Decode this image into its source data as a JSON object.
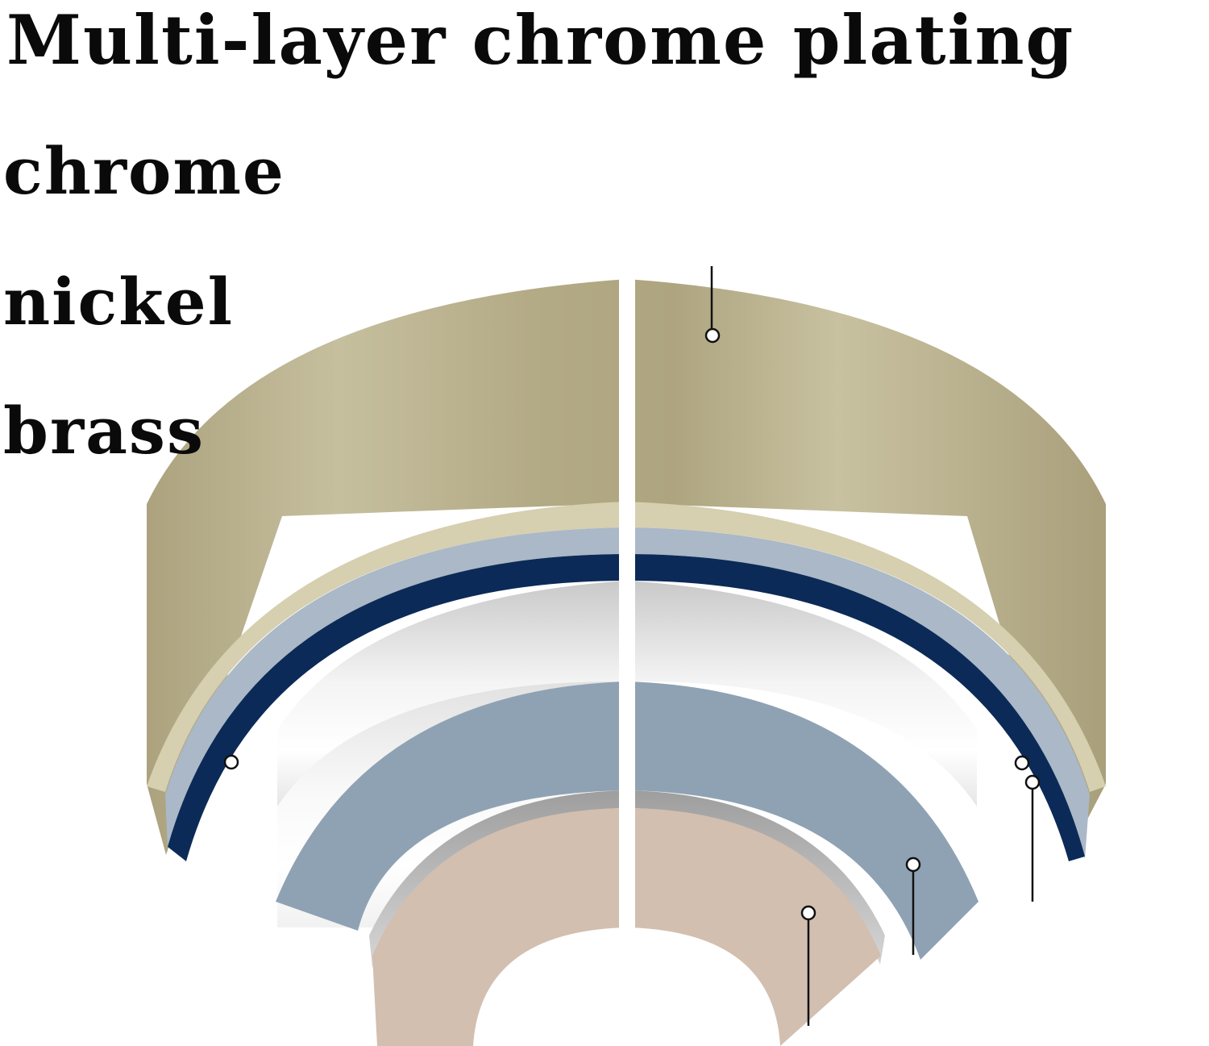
{
  "title": "Multi-layer chrome plating",
  "layers": [
    {
      "label": "chrome"
    },
    {
      "label": "nickel"
    },
    {
      "label": "brass"
    }
  ],
  "colors": {
    "outer_shell": "#b3a985",
    "cream_band": "#d6cfb0",
    "light_blue_band": "#aab8c7",
    "navy_band": "#0b2a57",
    "silver_band": "#d8d8d8",
    "steel_blue_band": "#8fa2b3",
    "core": "#d2bfb0"
  }
}
